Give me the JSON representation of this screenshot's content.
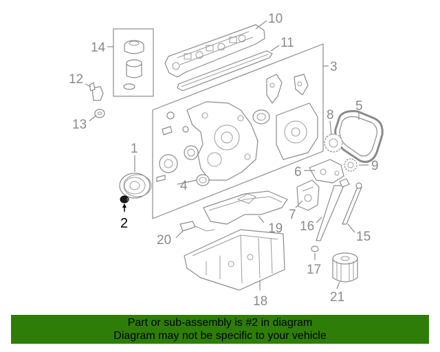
{
  "diagram": {
    "callouts": [
      "1",
      "2",
      "3",
      "4",
      "5",
      "6",
      "7",
      "8",
      "9",
      "10",
      "11",
      "12",
      "13",
      "14",
      "15",
      "16",
      "17",
      "18",
      "19",
      "20",
      "21"
    ],
    "highlighted_callout": "2",
    "highlight_color": "#000000",
    "line_color": "#8a8a8a"
  },
  "banner": {
    "line1": "Part or sub-assembly is #2 in diagram",
    "line2": "Diagram may not be specific to your vehicle",
    "background": "#2e7d08"
  }
}
